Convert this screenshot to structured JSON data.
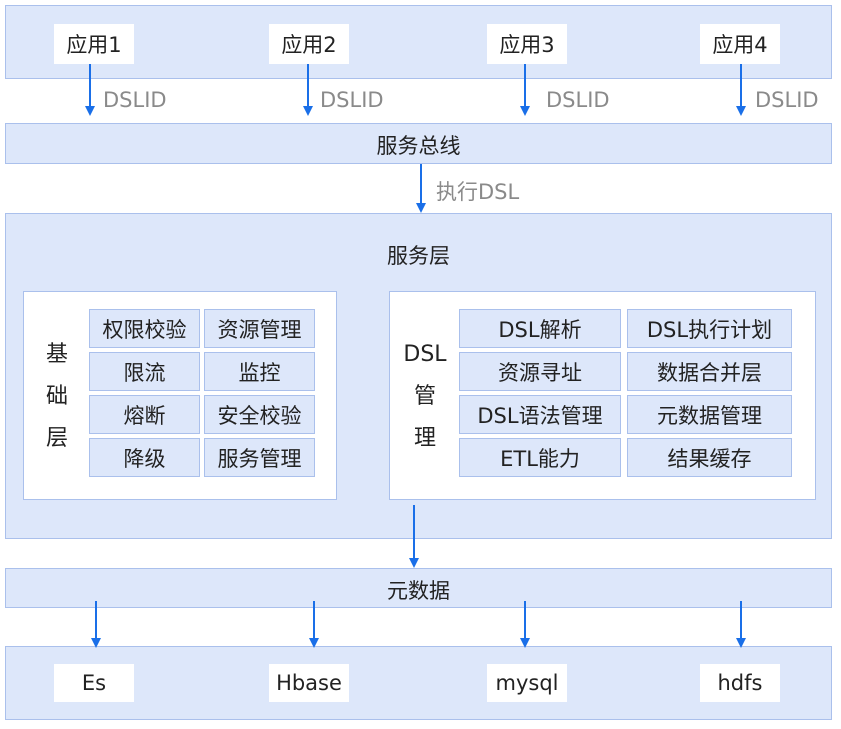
{
  "apps": [
    "应用1",
    "应用2",
    "应用3",
    "应用4"
  ],
  "dslid_label": "DSLID",
  "service_bus": "服务总线",
  "execute_dsl": "执行DSL",
  "service_layer": {
    "title": "服务层",
    "base": {
      "title_chars": [
        "基",
        "础",
        "层"
      ],
      "cells": [
        "权限校验",
        "资源管理",
        "限流",
        "监控",
        "熔断",
        "安全校验",
        "降级",
        "服务管理"
      ]
    },
    "dsl": {
      "title_chars": [
        "DSL",
        "管",
        "理"
      ],
      "cells": [
        "DSL解析",
        "DSL执行计划",
        "资源寻址",
        "数据合并层",
        "DSL语法管理",
        "元数据管理",
        "ETL能力",
        "结果缓存"
      ]
    }
  },
  "metadata": "元数据",
  "storage": [
    "Es",
    "Hbase",
    "mysql",
    "hdfs"
  ],
  "colors": {
    "band": "#dde7fa",
    "border": "#aac0ec",
    "arrow": "#1a6fe8"
  }
}
